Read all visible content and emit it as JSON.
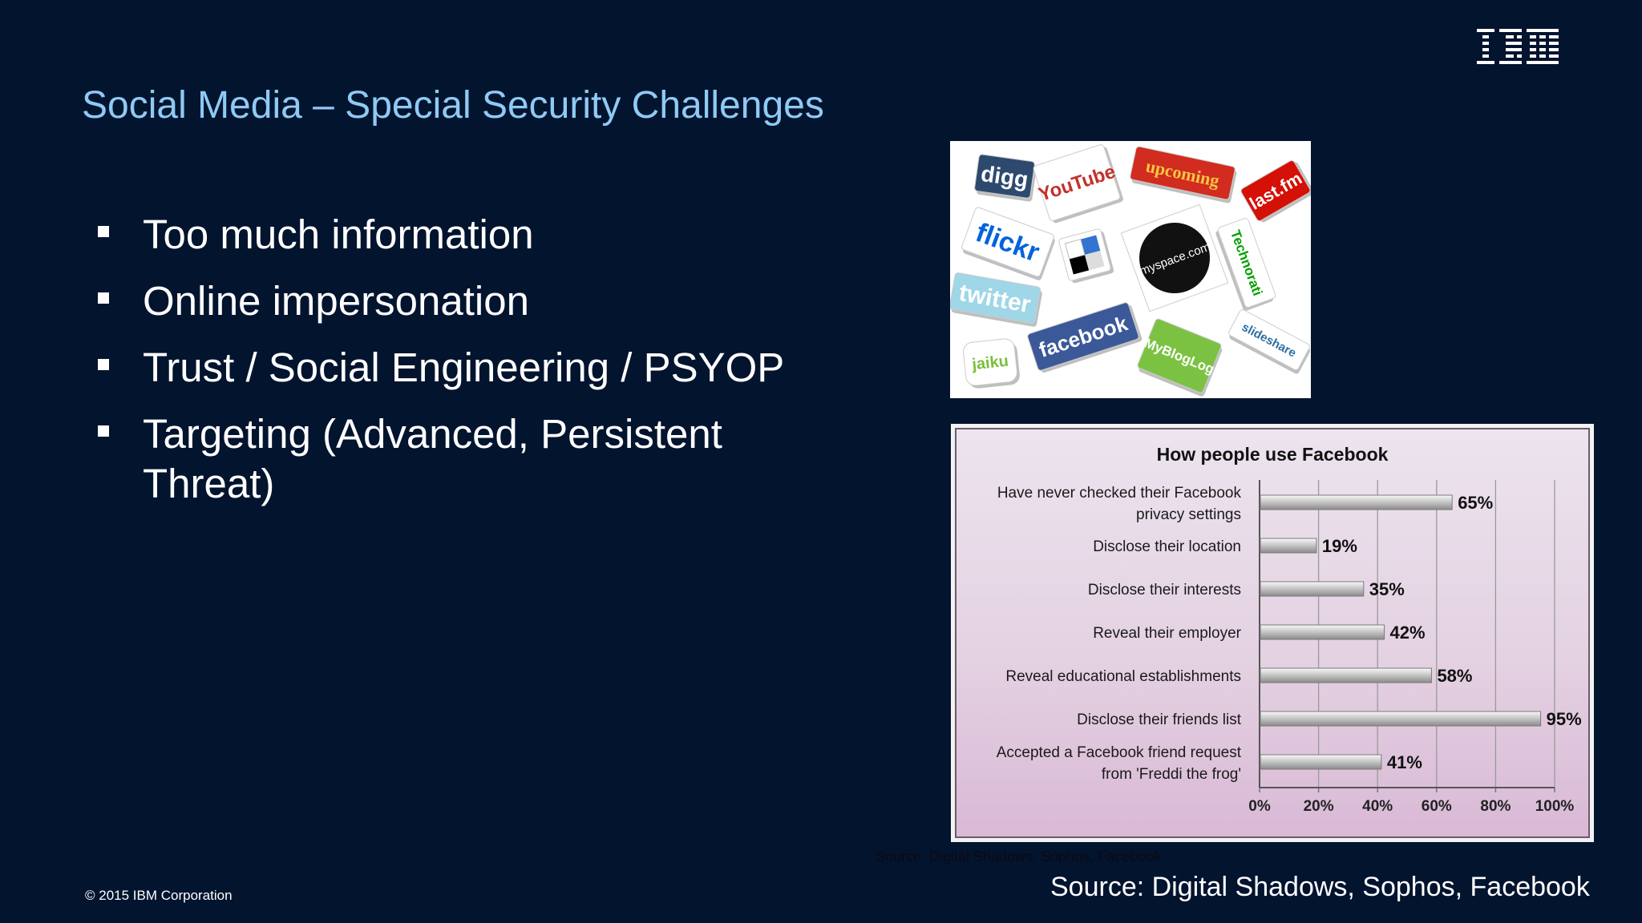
{
  "slide": {
    "title": "Social Media – Special Security Challenges",
    "bullets": [
      "Too much information",
      "Online impersonation",
      "Trust / Social Engineering / PSYOP",
      "Targeting (Advanced, Persistent Threat)"
    ],
    "logo": "IBM",
    "source_small": "Source: Digital Shadows, Sophos, Facebook",
    "source": "Source: Digital Shadows, Sophos, Facebook",
    "copyright": "© 2015 IBM Corporation"
  },
  "collage": {
    "logos": [
      {
        "name": "digg",
        "text": "digg",
        "bg": "#2d4a6e",
        "fg": "#ffffff"
      },
      {
        "name": "youtube",
        "text": "YouTube",
        "bg": "#ffffff",
        "fg": "#c4302b"
      },
      {
        "name": "upcoming",
        "text": "upcoming",
        "bg": "#d22b1f",
        "fg": "#f4c542"
      },
      {
        "name": "lastfm",
        "text": "last.fm",
        "bg": "#d51007",
        "fg": "#ffffff"
      },
      {
        "name": "flickr",
        "text": "flickr",
        "bg": "#ffffff",
        "fg": "#0063dc"
      },
      {
        "name": "delicious",
        "text": "",
        "bg": "#ffffff",
        "fg": "#3274d0"
      },
      {
        "name": "myspace",
        "text": "myspace.com",
        "bg": "#ffffff",
        "fg": "#000000"
      },
      {
        "name": "technorati",
        "text": "Technorati",
        "bg": "#ffffff",
        "fg": "#00a000"
      },
      {
        "name": "twitter",
        "text": "twitter",
        "bg": "#9fd6e8",
        "fg": "#ffffff"
      },
      {
        "name": "facebook",
        "text": "facebook",
        "bg": "#3b5998",
        "fg": "#ffffff"
      },
      {
        "name": "mybloglog",
        "text": "MyBlogLog",
        "bg": "#7cc242",
        "fg": "#ffffff"
      },
      {
        "name": "slideshare",
        "text": "slideshare",
        "bg": "#ffffff",
        "fg": "#2b6fa5"
      },
      {
        "name": "jaiku",
        "text": "jaiku",
        "bg": "#ffffff",
        "fg": "#7bbf3a"
      }
    ]
  },
  "chart_data": {
    "type": "bar",
    "orientation": "horizontal",
    "title": "How people use Facebook",
    "categories": [
      "Have never checked their Facebook privacy settings",
      "Disclose their location",
      "Disclose their interests",
      "Reveal their employer",
      "Reveal educational establishments",
      "Disclose their friends list",
      "Accepted a Facebook friend request from 'Freddi the frog'"
    ],
    "category_lines": [
      [
        "Have never checked their Facebook",
        "privacy settings"
      ],
      [
        "Disclose their location"
      ],
      [
        "Disclose their interests"
      ],
      [
        "Reveal their employer"
      ],
      [
        "Reveal educational establishments"
      ],
      [
        "Disclose their friends list"
      ],
      [
        "Accepted a Facebook friend request",
        "from 'Freddi the frog'"
      ]
    ],
    "values": [
      65,
      19,
      35,
      42,
      58,
      95,
      41
    ],
    "data_labels": [
      "65%",
      "19%",
      "35%",
      "42%",
      "58%",
      "95%",
      "41%"
    ],
    "xticks": [
      "0%",
      "20%",
      "40%",
      "60%",
      "80%",
      "100%"
    ],
    "xlim": [
      0,
      100
    ],
    "grid": true,
    "legend": "none"
  }
}
